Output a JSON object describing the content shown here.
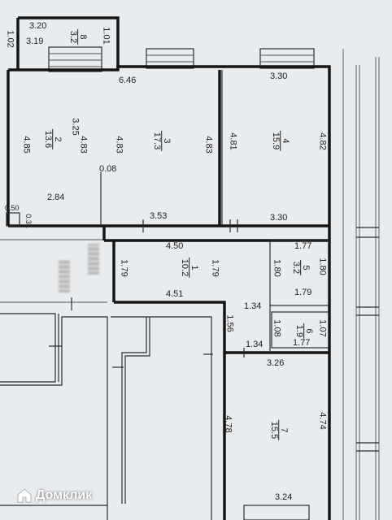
{
  "watermark": {
    "brand": "Домклик",
    "icon": "house-logo-icon"
  },
  "rooms": {
    "r1": {
      "number": "1",
      "area": "10.2"
    },
    "r2": {
      "number": "2",
      "area": "13.6"
    },
    "r3": {
      "number": "3",
      "area": "17.3"
    },
    "r4": {
      "number": "4",
      "area": "15.9"
    },
    "r5": {
      "number": "5",
      "area": "3.2"
    },
    "r6": {
      "number": "6",
      "area": "1.9"
    },
    "r7": {
      "number": "7",
      "area": "15.5"
    },
    "r8": {
      "number": "8",
      "area": "3.2"
    }
  },
  "dimensions": {
    "d_320": "3.20",
    "d_319": "3.19",
    "d_102": "1.02",
    "d_101": "1.01",
    "d_646": "6.46",
    "d_330a": "3.30",
    "d_325": "3.25",
    "d_483a": "4.83",
    "d_483b": "4.83",
    "d_483c": "4.83",
    "d_485": "4.85",
    "d_481": "4.81",
    "d_482": "4.82",
    "d_008": "0.08",
    "d_284": "2.84",
    "d_050": "0.50",
    "d_031": "0.31",
    "d_353": "3.53",
    "d_330b": "3.30",
    "d_450": "4.50",
    "d_177a": "1.77",
    "d_180a": "1.80",
    "d_180b": "1.80",
    "d_179a": "1.79",
    "d_179b": "1.79",
    "d_179c": "1.79",
    "d_451": "4.51",
    "d_134a": "1.34",
    "d_156": "1.56",
    "d_108": "1.08",
    "d_107": "1.07",
    "d_177b": "1.77",
    "d_134b": "1.34",
    "d_326": "3.26",
    "d_478": "4.78",
    "d_474": "4.74",
    "d_324": "3.24"
  }
}
